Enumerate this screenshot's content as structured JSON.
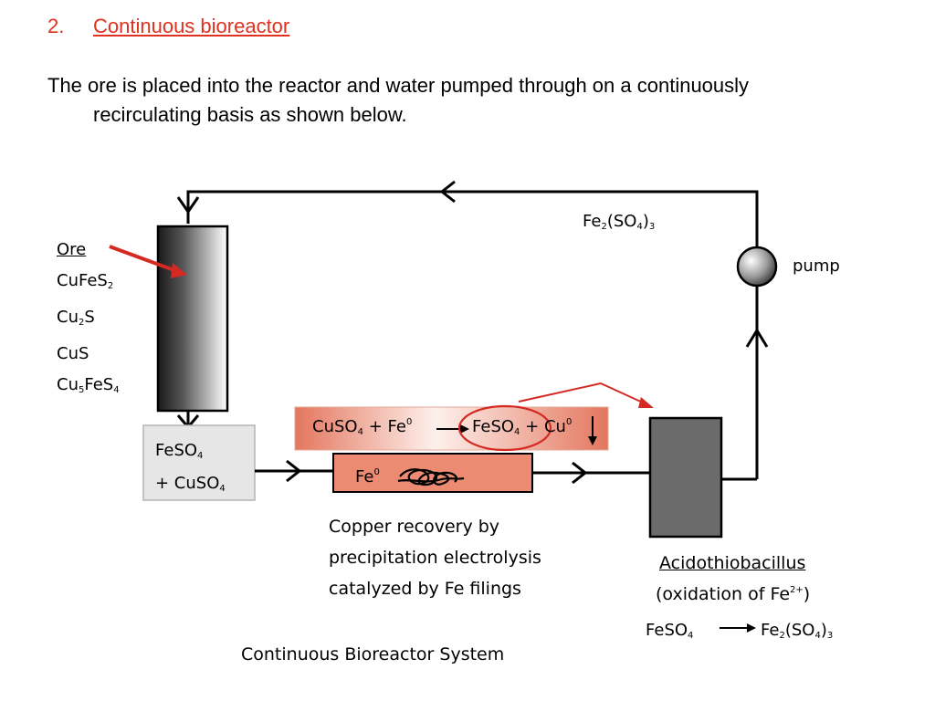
{
  "heading": {
    "number": "2.",
    "title": "Continuous bioreactor"
  },
  "intro": {
    "line1": "The ore is placed into the reactor and water pumped through on a continuously",
    "line2": "recirculating basis as shown below."
  },
  "ore": {
    "label": "Ore",
    "minerals": [
      "CuFeS",
      "Cu",
      "CuS",
      "Cu"
    ]
  },
  "recycle_label": "Fe2(SO4)3",
  "pump_label": "pump",
  "outflow": {
    "line1": "FeSO",
    "line2": "+ CuSO"
  },
  "reaction": {
    "left": "CuSO",
    "plus_fe": "+ Fe",
    "product": "FeSO",
    "plus_cu": "+ Cu"
  },
  "filings_label": "Fe",
  "copper_caption": [
    "Copper recovery by",
    "precipitation electrolysis",
    "catalyzed by Fe filings"
  ],
  "bioreactor": {
    "name": "Acidothiobacillus",
    "oxidation": "(oxidation of Fe",
    "reactant": "FeSO",
    "product": "Fe"
  },
  "system_caption": "Continuous Bioreactor System",
  "colors": {
    "accent_red": "#e0301e",
    "arrow_red": "#d42a22",
    "salmon": "#ec8a72",
    "tank_gray": "#6b6b6b"
  }
}
